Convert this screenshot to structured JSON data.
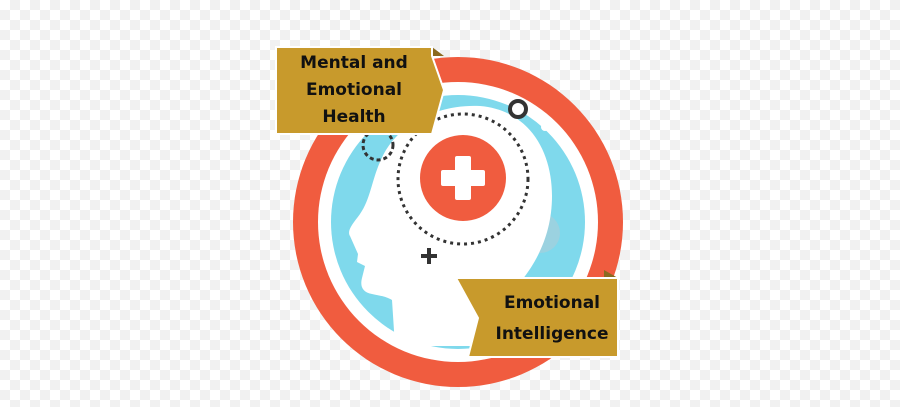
{
  "badge": {
    "top_banner": {
      "lines": [
        "Mental and",
        "Emotional",
        "Health"
      ]
    },
    "bottom_banner": {
      "lines": [
        "Emotional",
        "Intelligence"
      ]
    }
  },
  "colors": {
    "ring": "#f05c3f",
    "disc": "#7fd9ec",
    "head": "#ffffff",
    "banner": "#c89a2c",
    "banner_dark": "#8b6a1f",
    "cross_circle": "#f05c3f",
    "accent_dark": "#333333"
  },
  "icons": [
    "head-silhouette-icon",
    "medical-cross-icon",
    "plus-icon"
  ]
}
